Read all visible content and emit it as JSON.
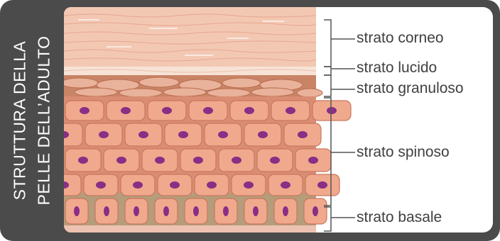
{
  "title": {
    "line1": "STRUTTURA DELLA",
    "line2": "PELLE DELL’ADULTO"
  },
  "layers": [
    {
      "key": "corneo",
      "label": "strato corneo"
    },
    {
      "key": "lucido",
      "label": "strato lucido"
    },
    {
      "key": "granuloso",
      "label": "strato granuloso"
    },
    {
      "key": "spinoso",
      "label": "strato spinoso"
    },
    {
      "key": "basale",
      "label": "strato basale"
    }
  ],
  "colors": {
    "frame": "#4b4b4b",
    "corneo": "#f3c8b3",
    "lucido": "#f7e3d6",
    "granuloso": "#d99a7e",
    "cell": "#f0a98d",
    "cell_border": "#c9775e",
    "nucleus": "#8a2e86",
    "basale_bg": "#b59c7a",
    "bracket": "#555555"
  },
  "icons": [
    "cell-nucleus-icon",
    "bracket-icon"
  ]
}
